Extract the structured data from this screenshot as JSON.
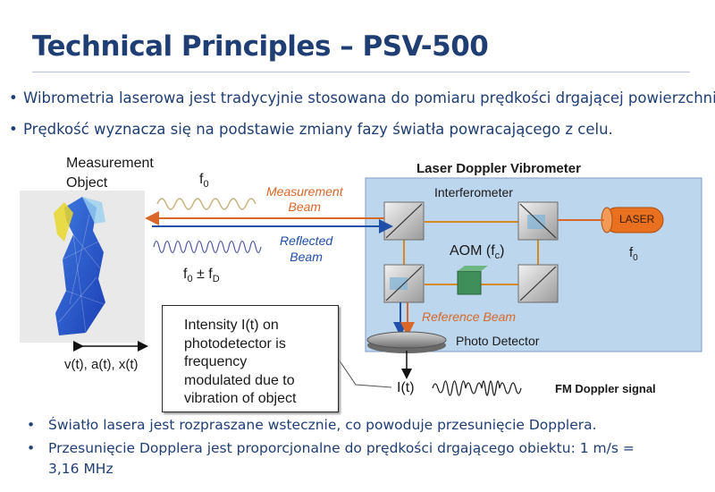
{
  "slide": {
    "title": "Technical Principles – PSV-500",
    "bullets_top": [
      "Wibrometria laserowa jest tradycyjnie stosowana do pomiaru prędkości drgającej powierzchni.",
      "Prędkość wyznacza się na podstawie zmiany fazy światła powracającego z celu."
    ],
    "bullets_bottom": [
      "Światło lasera jest rozpraszane wstecznie, co powoduje przesunięcie Dopplera.",
      "Przesunięcie Dopplera jest proporcjonalne do prędkości drgającego obiektu: 1 m/s =",
      "3,16 MHz"
    ]
  },
  "diagram": {
    "measurement_object_line1": "Measurement",
    "measurement_object_line2": "Object",
    "f0_label": "f",
    "f0_sub": "0",
    "measurement_beam_line1": "Measurement",
    "measurement_beam_line2": "Beam",
    "reflected_beam_line1": "Reflected",
    "reflected_beam_line2": "Beam",
    "fd_label": "f",
    "fd_sub0": "0",
    "fd_mid": " ± f",
    "fd_subD": "D",
    "motion_label": "v(t), a(t), x(t)",
    "ldv_title": "Laser Doppler Vibrometer",
    "interferometer": "Interferometer",
    "aom_label": "AOM (f",
    "aom_sub": "c",
    "aom_close": ")",
    "laser": "LASER",
    "laser_f": "f",
    "laser_f_sub": "0",
    "reference_beam": "Reference Beam",
    "photo_detector": "Photo Detector",
    "intensity": "I(t)",
    "fm_signal": "FM Doppler signal",
    "textbox_lines": [
      "Intensity I(t) on",
      "photodetector is",
      "frequency",
      "modulated due to",
      "vibration of object"
    ]
  },
  "colors": {
    "title": "#1f3e73",
    "ldv_box": "#bcd6ee",
    "measurement_beam": "#d9672a",
    "reflected_beam": "#1f4fa8",
    "laser": "#e8701e",
    "f0_wave": "#c8b27a",
    "reflected_wave": "#5b5fb0"
  }
}
